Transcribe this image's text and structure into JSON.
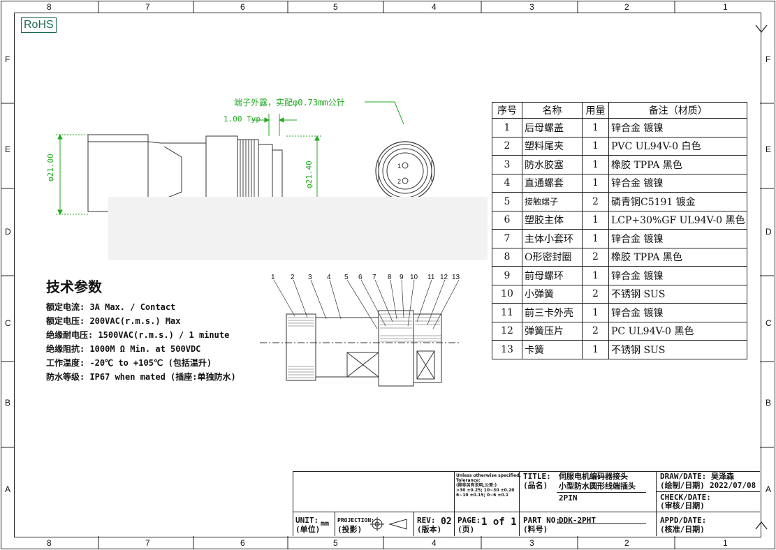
{
  "zones": {
    "columns": [
      "8",
      "7",
      "6",
      "5",
      "4",
      "3",
      "2",
      "1"
    ],
    "rows": [
      "F",
      "E",
      "D",
      "C",
      "B",
      "A"
    ]
  },
  "rohs_label": "RoHS",
  "dimensions": {
    "note": "端子外露，实配φ0.73mm公针",
    "typ": "1.00 Typ",
    "dia1": "φ21.00",
    "dia2": "φ21.40"
  },
  "pins": [
    "1",
    "2"
  ],
  "callouts": [
    "1",
    "2",
    "3",
    "4",
    "5",
    "6",
    "7",
    "8",
    "9",
    "10",
    "11",
    "12",
    "13"
  ],
  "specs": {
    "title": "技术参数",
    "lines": [
      "额定电流: 3A Max. / Contact",
      "额定电压: 200VAC(r.m.s.) Max",
      "绝缘耐电压: 1500VAC(r.m.s.) / 1 minute",
      "绝缘阻抗: 1000M Ω Min. at 500VDC",
      "工作温度: -20℃ to +105℃ (包括温升)",
      "防水等级: IP67 when mated (插座:单独防水)"
    ]
  },
  "bom": {
    "headers": [
      "序号",
      "名称",
      "用量",
      "备注（材质）"
    ],
    "rows": [
      [
        "1",
        "后母螺盖",
        "1",
        "锌合金 镀镍"
      ],
      [
        "2",
        "塑料尾夹",
        "1",
        "PVC UL94V-0 白色"
      ],
      [
        "3",
        "防水胶塞",
        "1",
        "橡胶 TPPA 黑色"
      ],
      [
        "4",
        "直通螺套",
        "1",
        "锌合金 镀镍"
      ],
      [
        "5",
        "接触端子",
        "2",
        "磷青铜C5191 镀金"
      ],
      [
        "6",
        "塑胶主体",
        "1",
        "LCP+30%GF UL94V-0 黑色"
      ],
      [
        "7",
        "主体小套环",
        "1",
        "锌合金 镀镍"
      ],
      [
        "8",
        "O形密封圈",
        "2",
        "橡胶 TPPA 黑色"
      ],
      [
        "9",
        "前母螺环",
        "1",
        "锌合金 镀镍"
      ],
      [
        "10",
        "小弹簧",
        "2",
        "不锈钢 SUS"
      ],
      [
        "11",
        "前三卡外壳",
        "1",
        "锌合金 镀镍"
      ],
      [
        "12",
        "弹簧压片",
        "2",
        "PC UL94V-0 黑色"
      ],
      [
        "13",
        "卡簧",
        "1",
        "不锈钢 SUS"
      ]
    ]
  },
  "title_block": {
    "tolerance": [
      "Unless otherwise specified,",
      "Tolerance:",
      "(除非另有说明,公差:)",
      ">30 ±0.25; 10~30 ±0.20",
      "6~10 ±0.15; 0~6 ±0.1"
    ],
    "title_label": "TITLE:",
    "title_label_cn": "(品名)",
    "title_line1": "伺服电机编码器接头",
    "title_line2": "小型防水圆形线端插头",
    "title_line3": "2PIN",
    "draw_label": "DRAW/DATE:",
    "draw_label_cn": "(绘制/日期)",
    "draw_name": "吴泽森",
    "draw_date": "2022/07/08",
    "check_label": "CHECK/DATE:",
    "check_label_cn": "(审核/日期)",
    "unit_label": "UNIT:",
    "unit_label_cn": "(单位)",
    "unit_value": "mm",
    "projection_label": "PROJECTION:",
    "projection_label_cn": "(投影)",
    "rev_label": "REV:",
    "rev_label_cn": "(版本)",
    "rev_value": "02",
    "page_label": "PAGE:",
    "page_label_cn": "(页)",
    "page_value": "1 of 1",
    "part_label": "PART NO:",
    "part_label_cn": "(料号)",
    "part_value": "DDK-2PHT",
    "appd_label": "APPD/DATE:",
    "appd_label_cn": "(核准/日期)"
  }
}
